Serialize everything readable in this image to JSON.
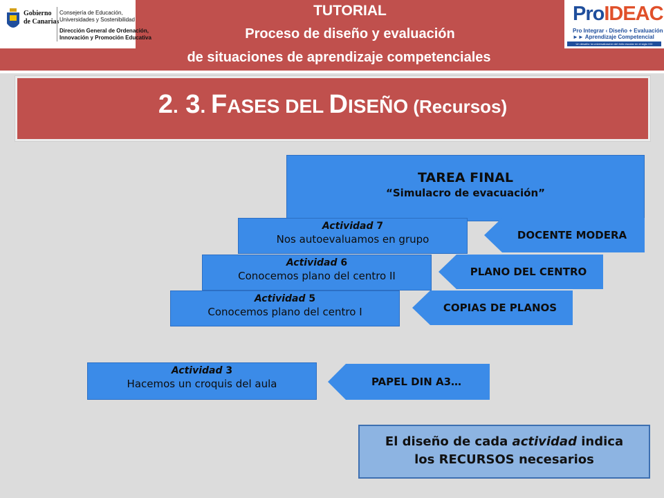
{
  "header": {
    "tutorial": "TUTORIAL",
    "line2": "Proceso de diseño y evaluación",
    "line3": "de situaciones de aprendizaje competenciales"
  },
  "logo_left": {
    "name_line1": "Gobierno",
    "name_line2": "de Canarias",
    "consejeria_line1": "Consejería de Educación,",
    "consejeria_line2": "Universidades y Sostenibilidad",
    "direccion_line1": "Dirección General de Ordenación,",
    "direccion_line2": "Innovación y Promoción Educativa"
  },
  "logo_right": {
    "pro": "Pro",
    "ideac": "IDEAC",
    "sub1": "Pro Integrar ‹ Diseño + Evaluación",
    "sub2": "►► Aprendizaje Competencial",
    "bar": "Un desafío: la universalización del éxito escolar en el siglo XXI"
  },
  "title": {
    "num1": "2",
    "dot1": ".",
    "num2": " 3",
    "dot2": ". ",
    "w1_big": "F",
    "w1_small": "ASES",
    "w2_small": " DEL ",
    "w3_big": "D",
    "w3_small": "ISEÑO",
    "paren": " (Recursos)"
  },
  "tarea": {
    "title": "TAREA FINAL",
    "subtitle": "“Simulacro de evacuación”"
  },
  "activities": [
    {
      "word": "Actividad",
      "num": " 7",
      "desc": "Nos autoevaluamos en grupo"
    },
    {
      "word": "Actividad",
      "num": " 6",
      "desc": "Conocemos plano del centro II"
    },
    {
      "word": "Actividad",
      "num": " 5",
      "desc": "Conocemos plano del centro I"
    },
    {
      "word": "Actividad",
      "num": " 3",
      "desc": "Hacemos un croquis del aula"
    }
  ],
  "resources": [
    "DOCENTE MODERA",
    "PLANO DEL CENTRO",
    "COPIAS DE PLANOS",
    "PAPEL DIN A3…"
  ],
  "note": {
    "part1": "El diseño de cada ",
    "italic": "actividad",
    "part2": " indica",
    "line2": "los RECURSOS necesarios"
  },
  "colors": {
    "header_red": "#c0504d",
    "box_blue": "#3b8be8",
    "note_blue": "#8db4e2",
    "background": "#dcdcdc"
  }
}
